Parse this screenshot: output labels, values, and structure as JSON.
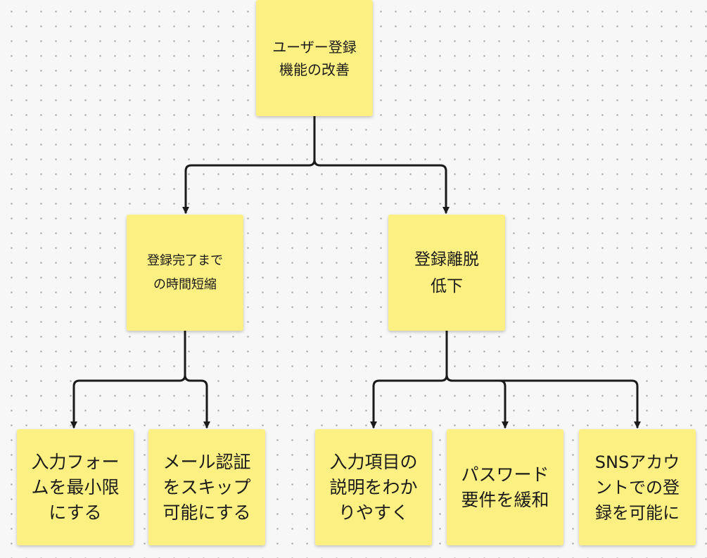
{
  "board": {
    "sticky_color": "#fdf083",
    "connector_color": "#1a1a1a"
  },
  "nodes": {
    "root": "ユーザー登録\n機能の改善",
    "shorten_time": "登録完了まで\nの時間短縮",
    "reduce_dropoff": "登録離脱\n低下",
    "minimize_form": "入力フォー\nムを最小限\nにする",
    "skip_email_auth": "メール認証\nをスキップ\n可能にする",
    "clear_field_desc": "入力項目の\n説明をわか\nりやすく",
    "relax_password": "パスワード\n要件を緩和",
    "sns_signup": "SNSアカウ\nントでの登\n録を可能に"
  }
}
